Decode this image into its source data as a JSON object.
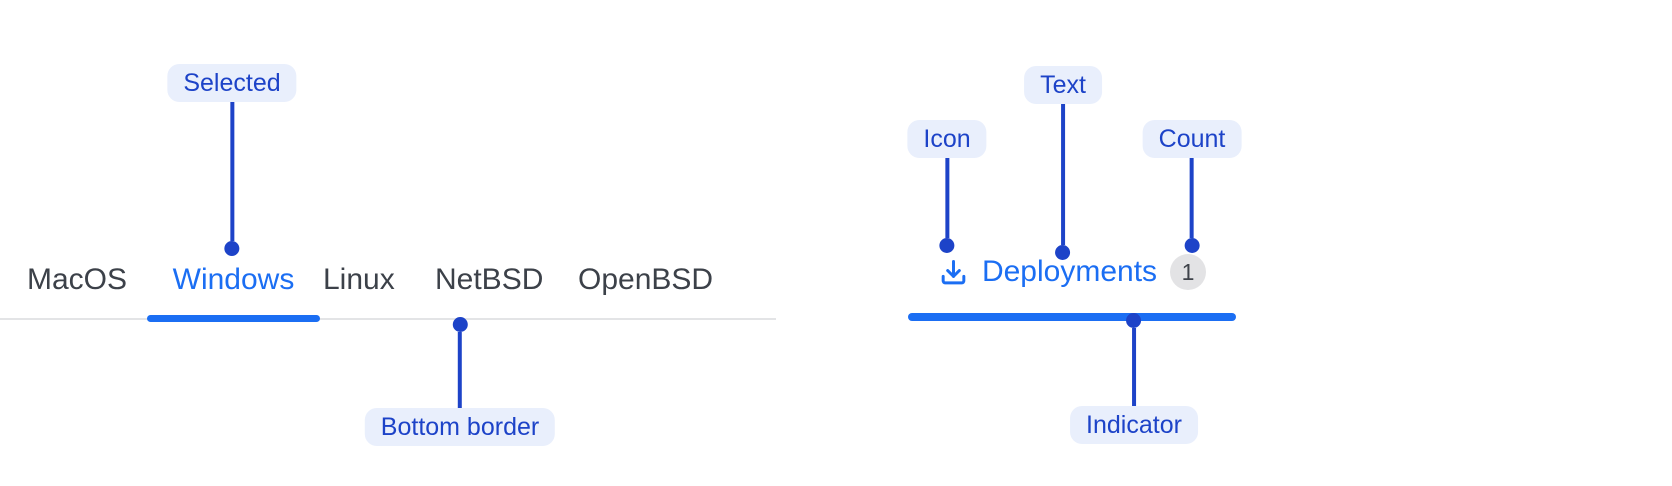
{
  "colors": {
    "accent_blue": "#1b6ef3",
    "annotation_blue": "#1d43c8",
    "annotation_pill_bg": "#e9effc",
    "tab_text": "#3c4149",
    "tab_bar_border": "#e3e4e6",
    "count_badge_bg": "#e3e3e5"
  },
  "tab_bar": {
    "tabs": [
      {
        "label": "MacOS",
        "state": "default"
      },
      {
        "label": "Windows",
        "state": "selected"
      },
      {
        "label": "Linux",
        "state": "default"
      },
      {
        "label": "NetBSD",
        "state": "default"
      },
      {
        "label": "OpenBSD",
        "state": "default"
      }
    ]
  },
  "deployments_tab": {
    "icon": "download-icon",
    "label": "Deployments",
    "count": "1"
  },
  "annotations": {
    "selected": "Selected",
    "bottom_border": "Bottom border",
    "icon": "Icon",
    "text": "Text",
    "count": "Count",
    "indicator": "Indicator"
  }
}
